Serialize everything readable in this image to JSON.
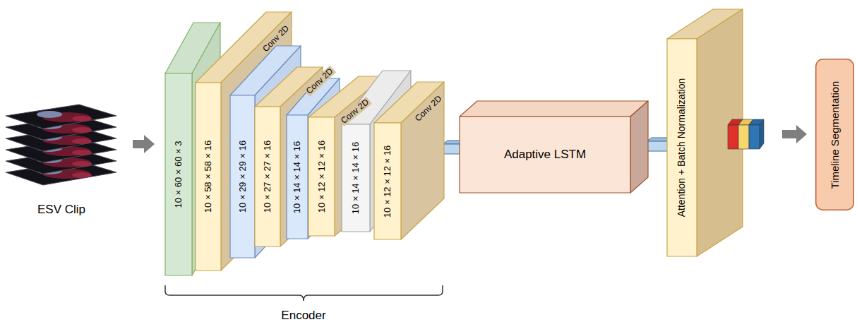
{
  "diagram": {
    "nodes": [
      {
        "text": [
          "10 × 60 × 60 × 3"
        ]
      },
      {
        "text": [
          "10 × 58 × 58 × 16",
          "Conv 2D"
        ]
      },
      {
        "text": [
          "10 × 29 × 29 × 16"
        ]
      },
      {
        "text": [
          "10 × 27 × 27 × 16",
          "Conv 2D"
        ]
      },
      {
        "text": [
          "10 × 14 × 14 × 16"
        ]
      },
      {
        "text": [
          "10 × 12 × 12 × 16",
          "Conv 2D"
        ]
      },
      {
        "text": [
          "10 × 14 × 14 × 16"
        ]
      },
      {
        "text": [
          "10 × 12 × 12 × 16",
          "Conv 2D"
        ]
      },
      {
        "text": [
          "Adaptive LSTM"
        ]
      },
      {
        "text": [
          "Attention + Batch Normalization"
        ]
      },
      {
        "text": [
          "Timeline Segmentation"
        ]
      }
    ],
    "edges": [
      {
        "from": 7,
        "to": 8,
        "arrow": "none"
      },
      {
        "from": 8,
        "to": 9,
        "arrow": "none"
      },
      {
        "from": 9,
        "to": 10,
        "arrow": "to"
      }
    ],
    "labels": [
      "ESV Clip",
      "Encoder"
    ]
  }
}
